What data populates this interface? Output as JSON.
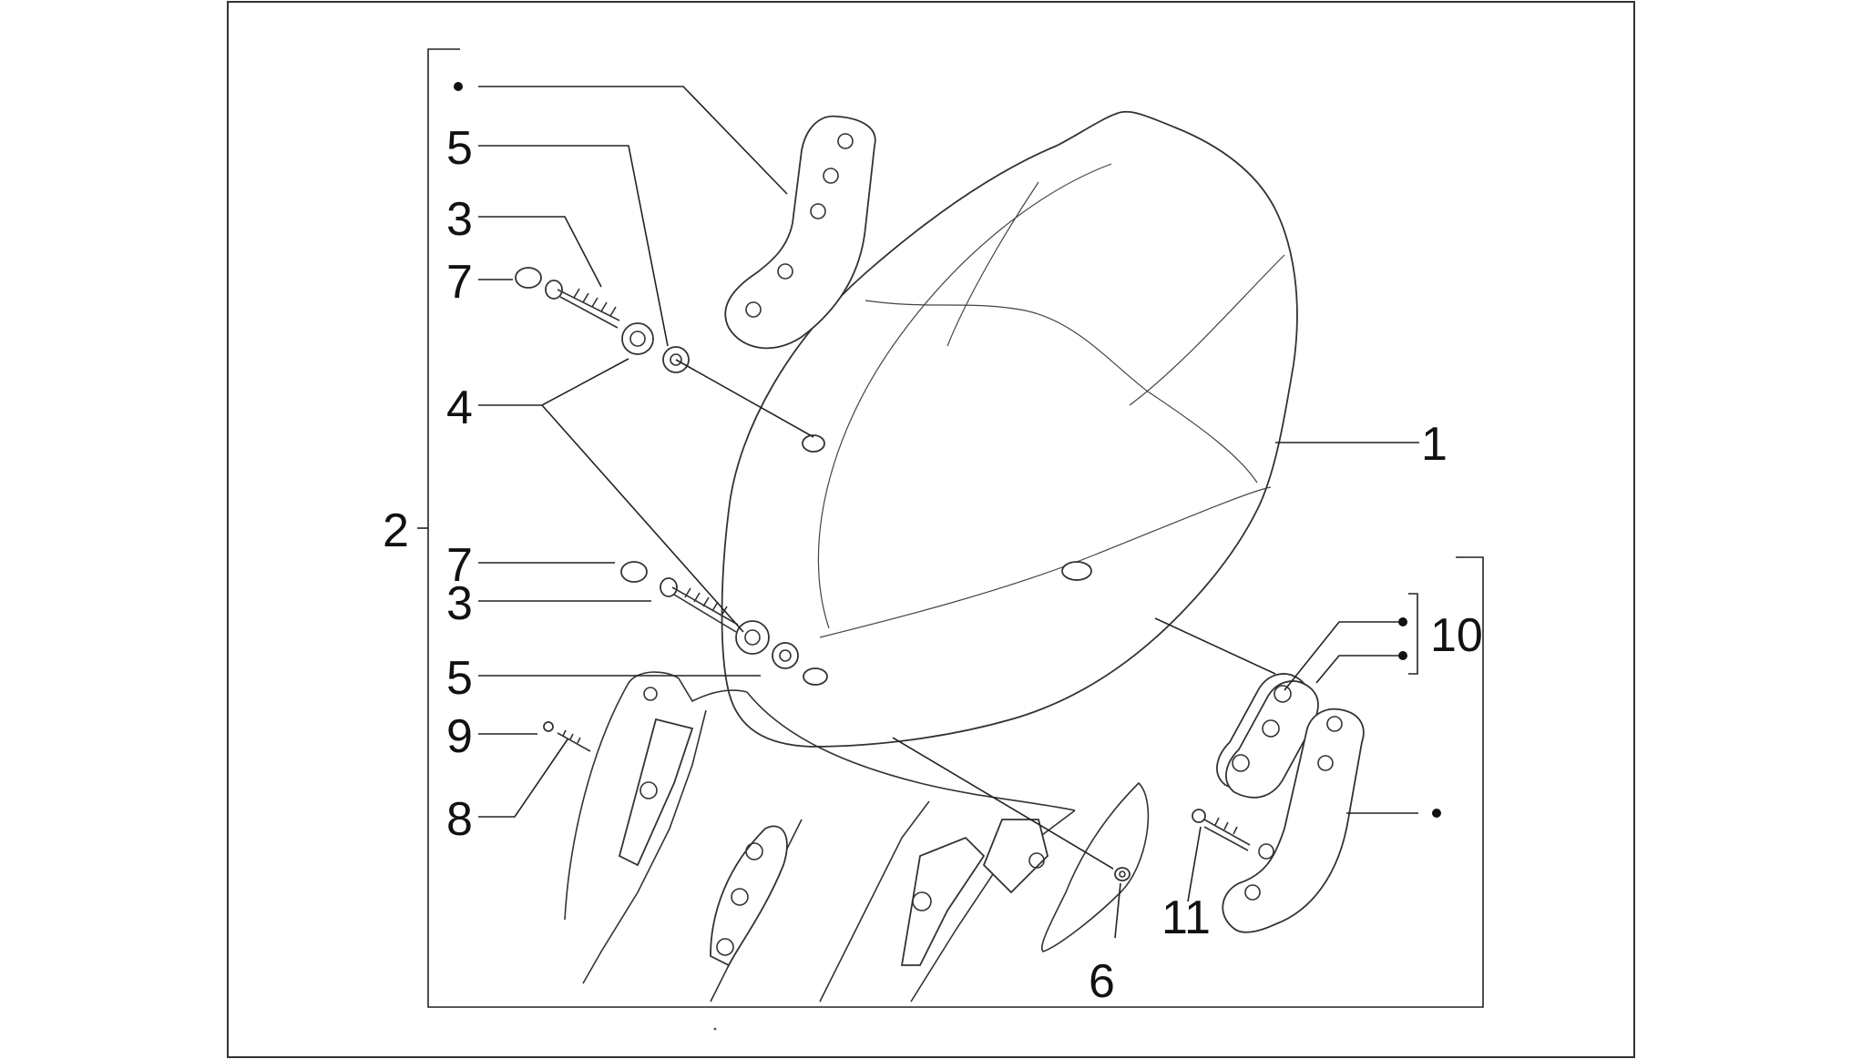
{
  "callouts": {
    "label_1": "1",
    "label_2": "2",
    "label_3_top": "3",
    "label_3_mid": "3",
    "label_4": "4",
    "label_5_top": "5",
    "label_5_mid": "5",
    "label_6": "6",
    "label_7_top": "7",
    "label_7_mid": "7",
    "label_8": "8",
    "label_9": "9",
    "label_10": "10",
    "label_11": "11"
  }
}
